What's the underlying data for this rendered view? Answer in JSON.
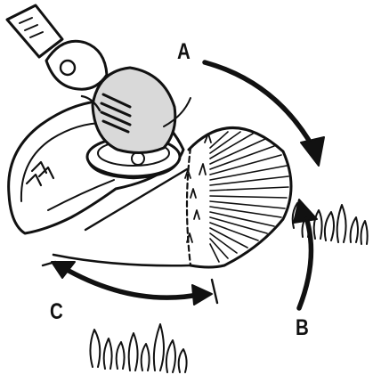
{
  "labels": {
    "a": "A",
    "b": "B",
    "c": "C"
  },
  "colors": {
    "ink": "#111111",
    "paper": "#ffffff",
    "housing_shade": "#d9d9d9"
  }
}
